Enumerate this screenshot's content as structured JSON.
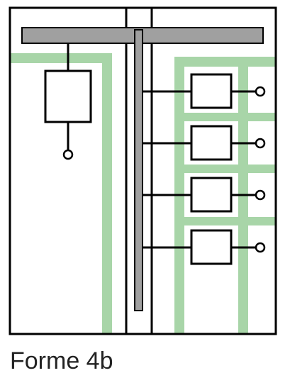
{
  "caption": "Forme 4b",
  "colors": {
    "frame": "#000000",
    "busbar": "#a0a0a0",
    "zone": "#a8d5a8",
    "background": "#ffffff"
  },
  "left_compartment": {
    "devices": 1
  },
  "right_compartment": {
    "devices": 4
  }
}
